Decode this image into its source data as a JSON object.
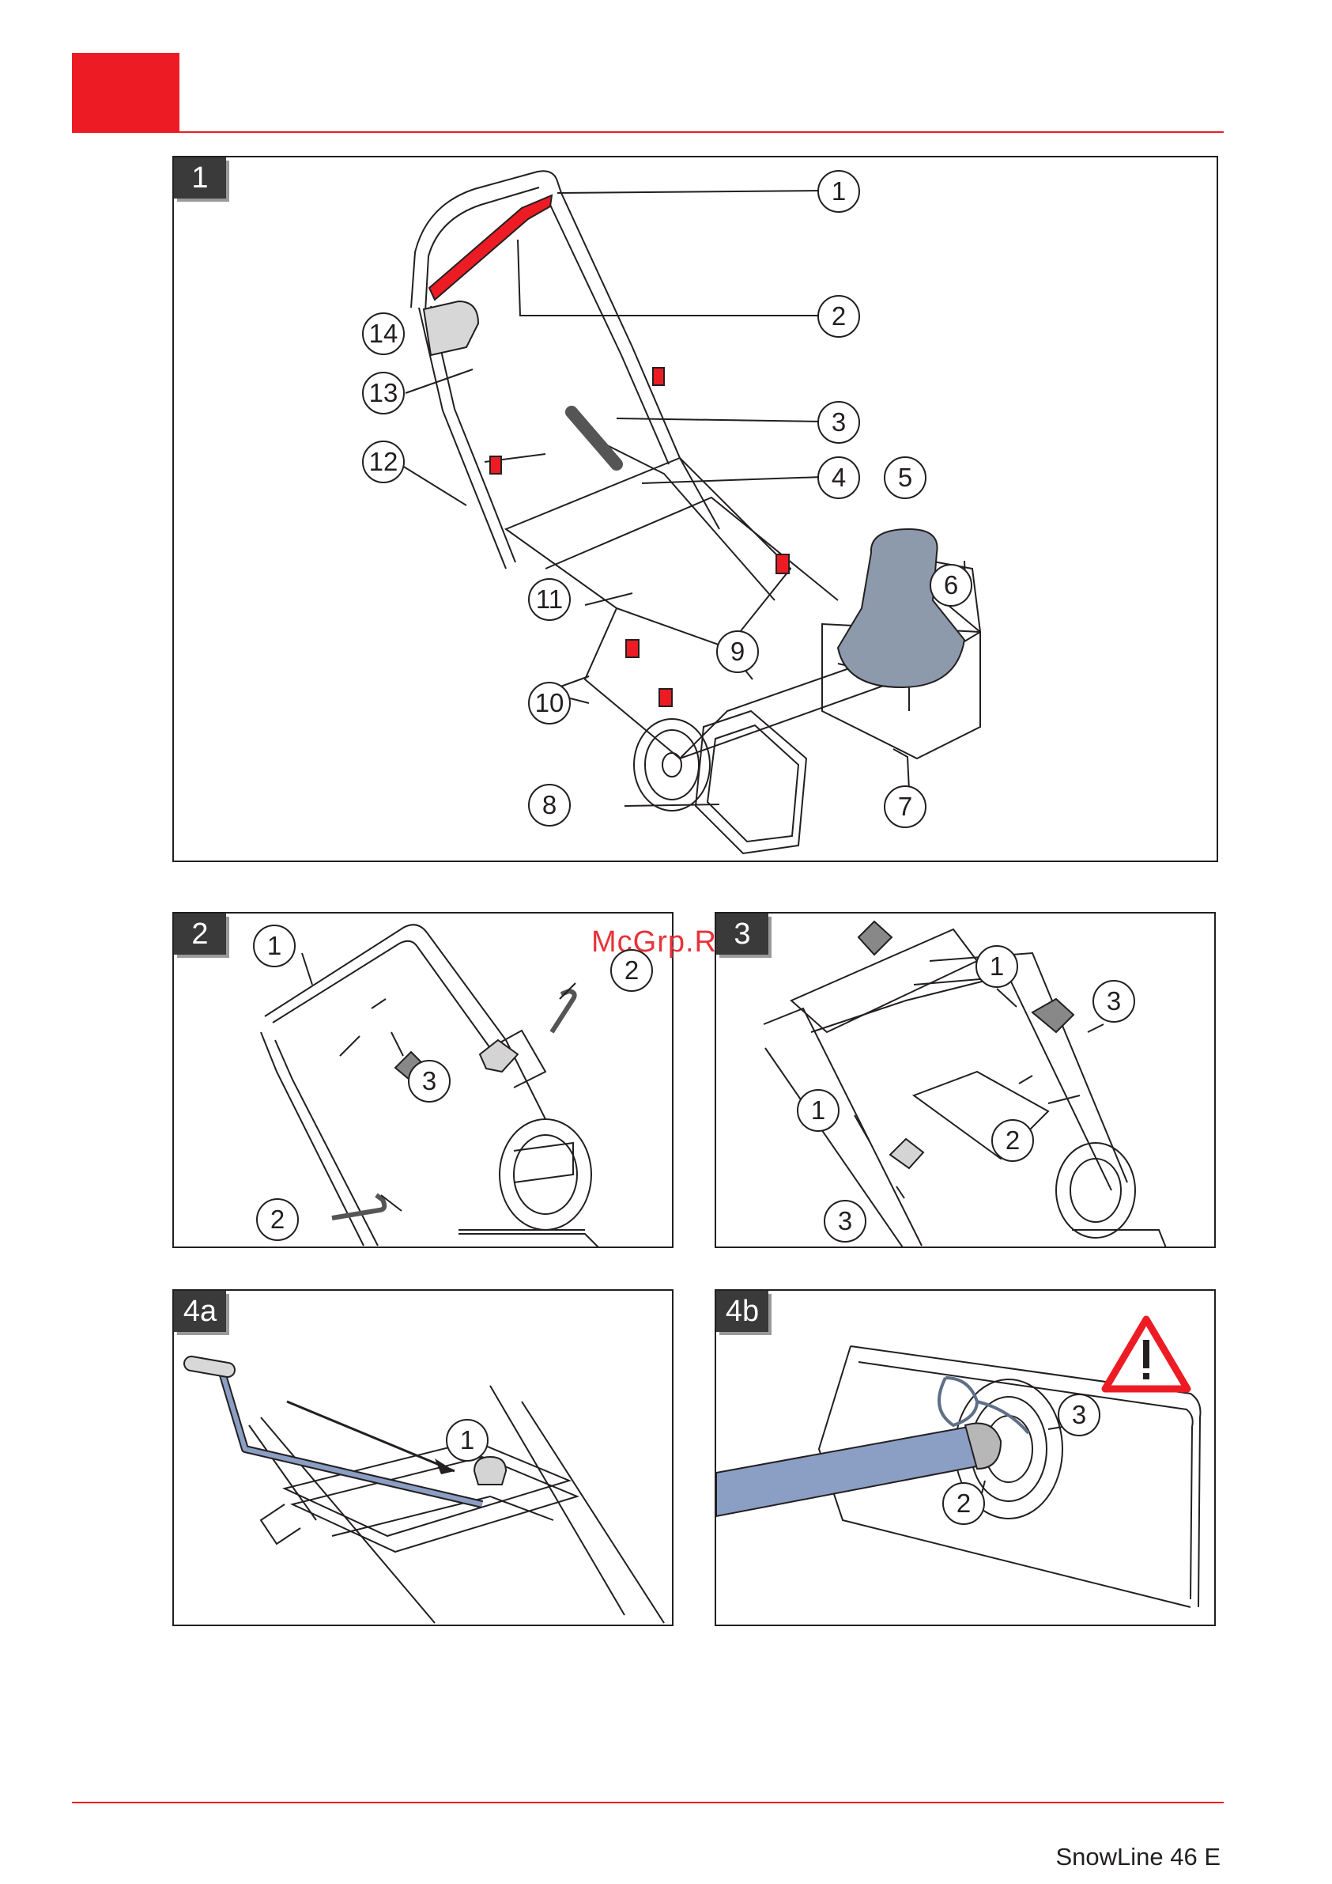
{
  "footer": {
    "model": "SnowLine 46 E"
  },
  "watermark": "McGrp.Ru",
  "colors": {
    "accent": "#ed1c24",
    "tag_bg": "#3a3a3a",
    "chute": "#8d9aab",
    "rod": "#8b9ec4"
  },
  "panels": {
    "p1": {
      "label": "1",
      "callouts": [
        "1",
        "2",
        "3",
        "4",
        "5",
        "6",
        "7",
        "8",
        "9",
        "10",
        "11",
        "12",
        "13",
        "14"
      ]
    },
    "p2": {
      "label": "2",
      "callouts": [
        "1",
        "2",
        "2",
        "3"
      ]
    },
    "p3": {
      "label": "3",
      "callouts": [
        "1",
        "1",
        "2",
        "3",
        "3"
      ]
    },
    "p4a": {
      "label": "4a",
      "callouts": [
        "1"
      ]
    },
    "p4b": {
      "label": "4b",
      "callouts": [
        "3",
        "2"
      ],
      "warning_icon": "warning-triangle-icon"
    }
  }
}
